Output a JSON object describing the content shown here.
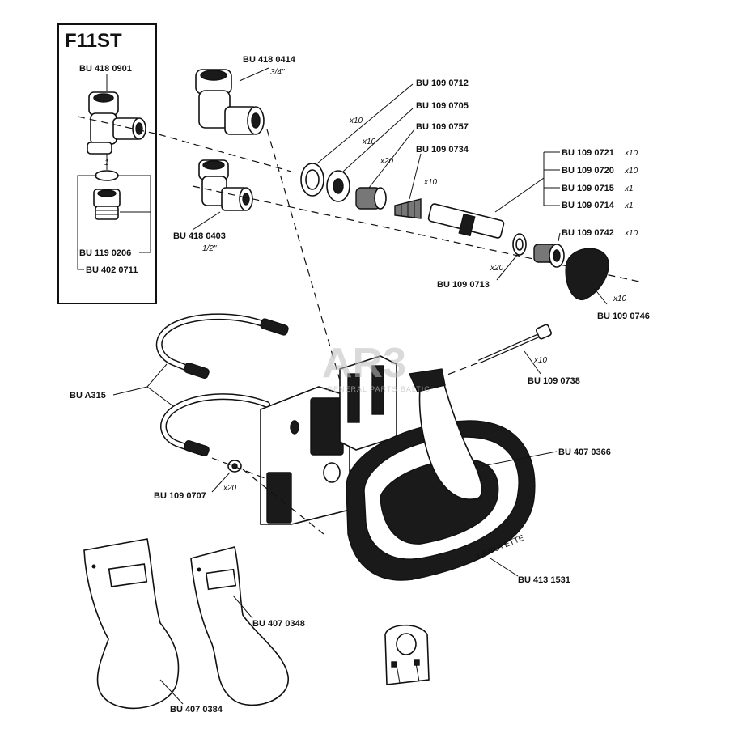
{
  "inset": {
    "title": "F11ST"
  },
  "parts": {
    "p4180901": "BU 418 0901",
    "p1190206": "BU 119 0206",
    "p4020711": "BU 402 0711",
    "p4180414": "BU 418 0414",
    "p4180403": "BU 418 0403",
    "p1090712": "BU 109 0712",
    "p1090705": "BU 109 0705",
    "p1090757": "BU 109 0757",
    "p1090734": "BU 109 0734",
    "p1090721": "BU 109 0721",
    "p1090720": "BU 109 0720",
    "p1090715": "BU 109 0715",
    "p1090714": "BU 109 0714",
    "p1090742": "BU 109 0742",
    "p1090713": "BU 109 0713",
    "p1090746": "BU 109 0746",
    "p1090738": "BU 109 0738",
    "pA315": "BU A315",
    "p4070366": "BU 407 0366",
    "p1090707": "BU 109 0707",
    "p4131531": "BU 413 1531",
    "p4070348": "BU 407 0348",
    "p4070384": "BU 407 0384"
  },
  "sizes": {
    "threeQuarter": "3/4\"",
    "half": "1/2\""
  },
  "quantities": {
    "q0712": "x10",
    "q0705": "x10",
    "q0757": "x20",
    "q0734": "x10",
    "q0721": "x10",
    "q0720": "x10",
    "q0715": "x1",
    "q0714": "x1",
    "q0742": "x10",
    "q0713": "x20",
    "q0746": "x10",
    "q0738": "x10",
    "q0707": "x20"
  },
  "oring_number": "1",
  "bowl_stamp": "LA GUVETTE",
  "watermark": {
    "logo": "AR3",
    "tagline": "GENERAL PARTS BALTIC"
  }
}
